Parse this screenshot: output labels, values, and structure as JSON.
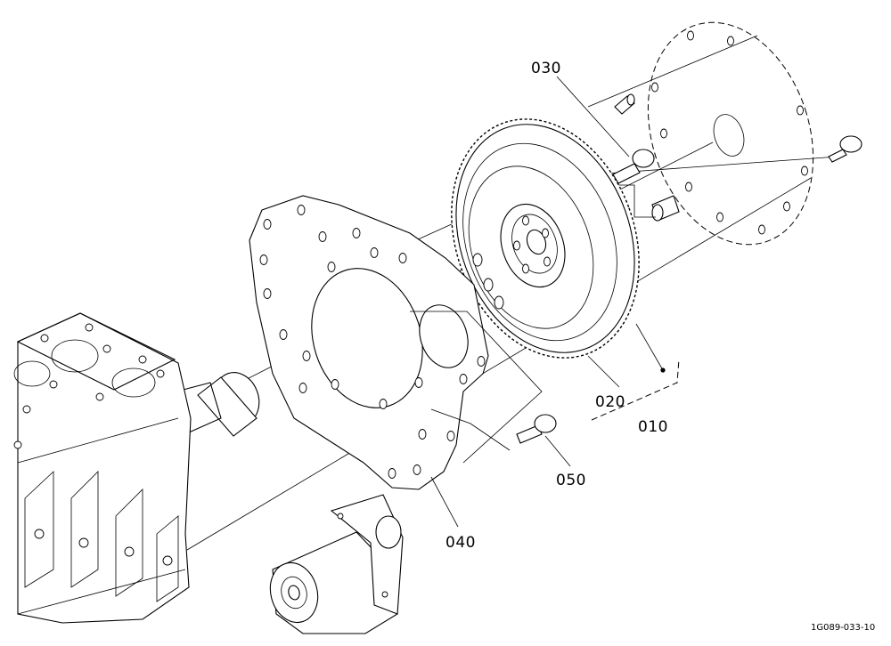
{
  "labels": {
    "p010": "010",
    "p020": "020",
    "p030": "030",
    "p040": "040",
    "p050": "050"
  },
  "reference_code": "1G089-033-10",
  "colors": {
    "line": "#000000",
    "background": "#ffffff"
  }
}
